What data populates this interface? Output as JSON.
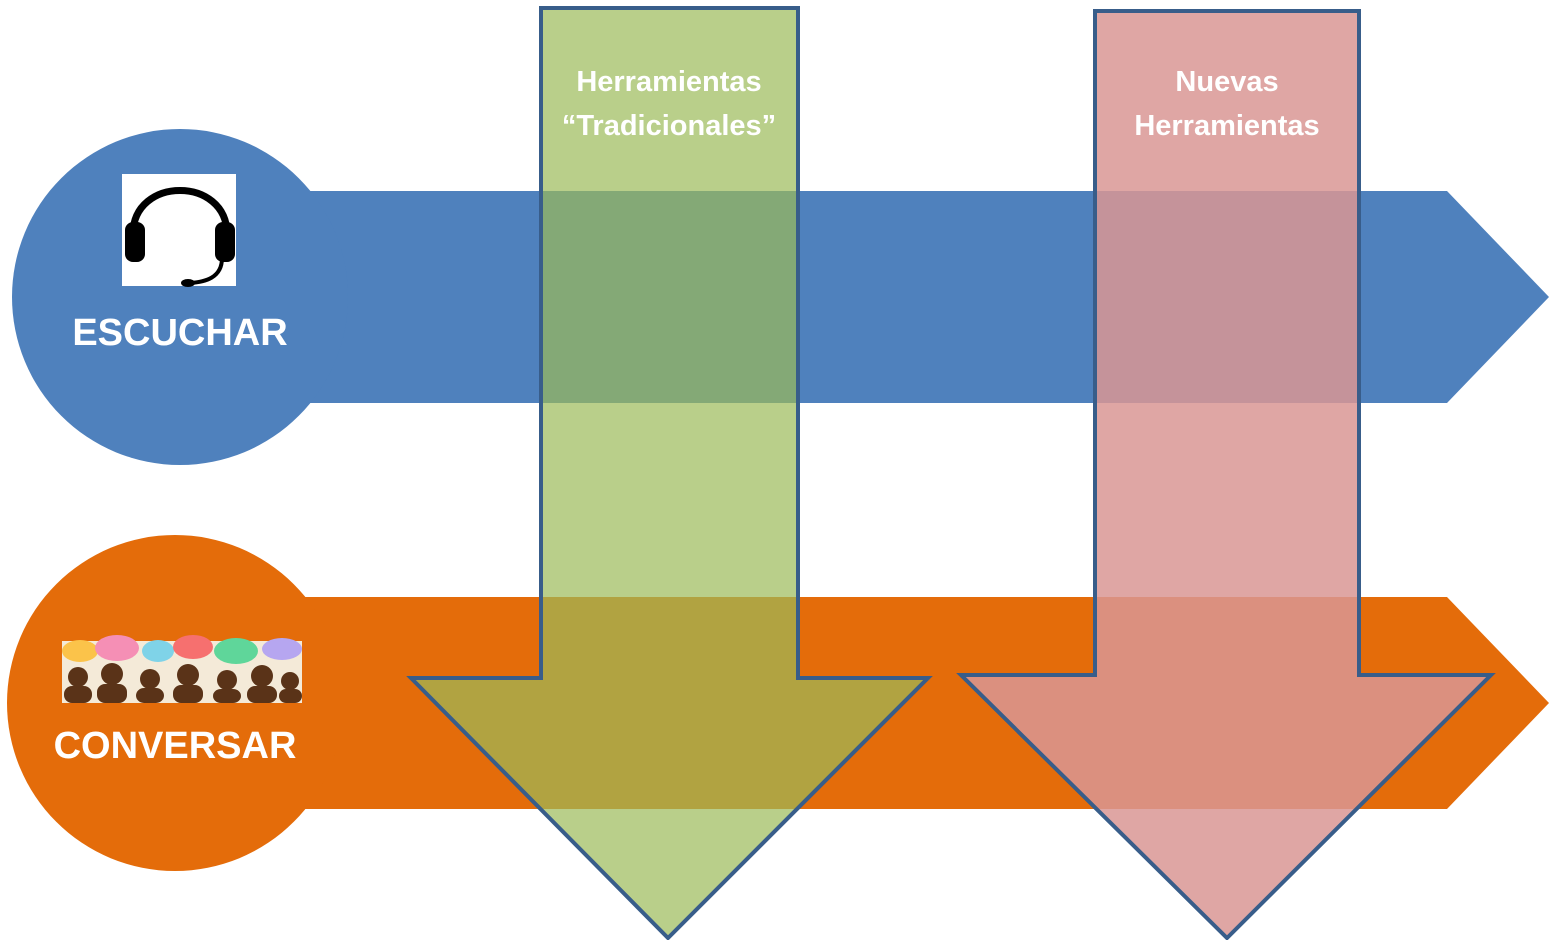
{
  "rows": [
    {
      "id": "escuchar",
      "label": "ESCUCHAR",
      "color": "#4f81bd",
      "icon": "headset-icon"
    },
    {
      "id": "conversar",
      "label": "CONVERSAR",
      "color": "#e46c0a",
      "icon": "people-chat-icon"
    }
  ],
  "columns": [
    {
      "id": "tradicionales",
      "title_line1": "Herramientas",
      "title_line2": "“Tradicionales”",
      "color": "#9bbb59",
      "border": "#385d8a"
    },
    {
      "id": "nuevas",
      "title_line1": "Nuevas",
      "title_line2": "Herramientas",
      "color": "#d99694",
      "border": "#385d8a"
    }
  ]
}
